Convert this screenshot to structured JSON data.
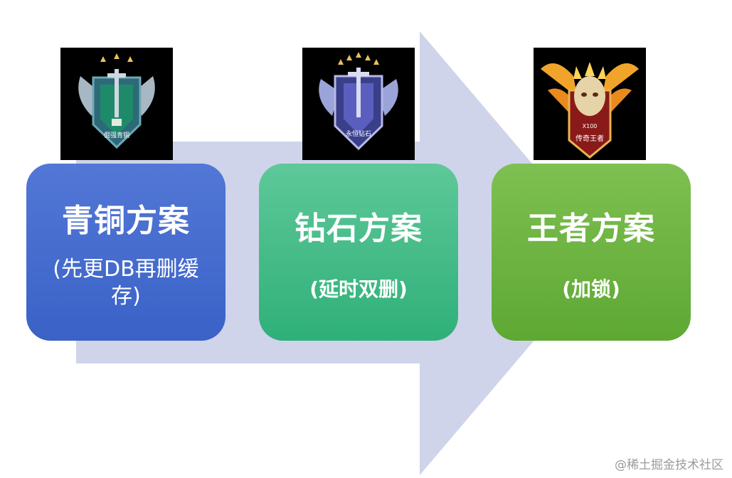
{
  "flow_arrow": {
    "color": "#cfd4ea"
  },
  "badges": [
    {
      "label": "倔强青铜",
      "scheme": "bronze"
    },
    {
      "label": "永恒钻石",
      "scheme": "diamond"
    },
    {
      "label": "传奇王者",
      "scheme": "king",
      "extra": "X100"
    }
  ],
  "cards": {
    "bronze": {
      "title": "青铜方案",
      "subtitle": "(先更DB再删缓存)",
      "color": "#3f68cd"
    },
    "diamond": {
      "title": "钻石方案",
      "subtitle": "(延时双删)",
      "color": "#3ab985"
    },
    "king": {
      "title": "王者方案",
      "subtitle": "(加锁)",
      "color": "#69b23f"
    }
  },
  "watermark": "@稀土掘金技术社区"
}
